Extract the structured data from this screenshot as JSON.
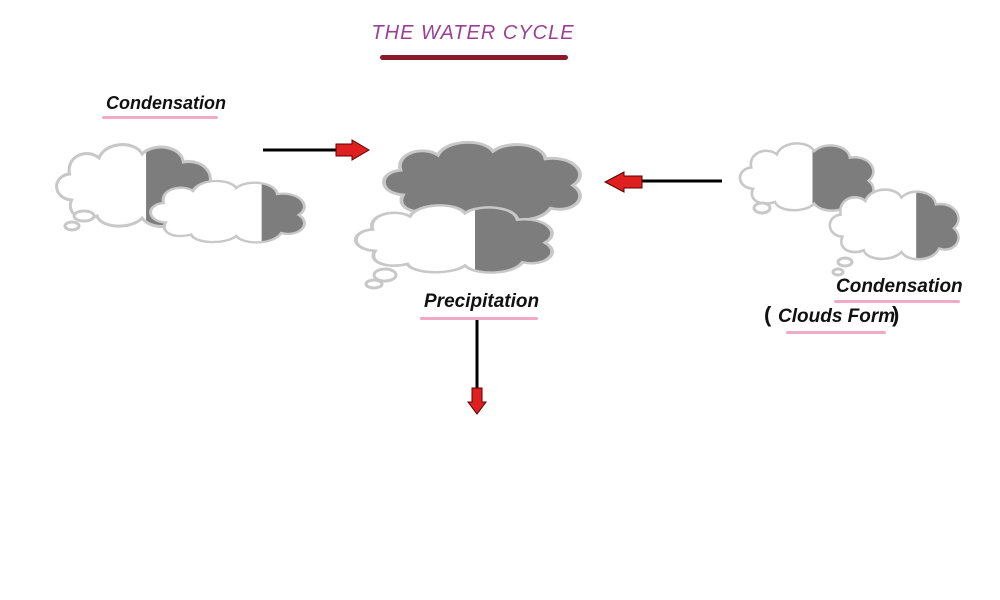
{
  "diagram": {
    "title": "THE WATER CYCLE",
    "labels": {
      "condensation_left": "Condensation",
      "precipitation": "Precipitation",
      "condensation_right": "Condensation",
      "clouds_form": "Clouds Form"
    },
    "bracket_open": "(",
    "bracket_close": ")"
  },
  "colors": {
    "title": "#9b3f96",
    "title_rule": "#8b1a2b",
    "label_underline": "#f2a9c4",
    "arrow_head": "#e02020",
    "arrow_line": "#000000",
    "cloud_light_fill": "#ffffff",
    "cloud_dark_fill": "#7d7d7d",
    "cloud_outline": "#c8c8c8"
  }
}
